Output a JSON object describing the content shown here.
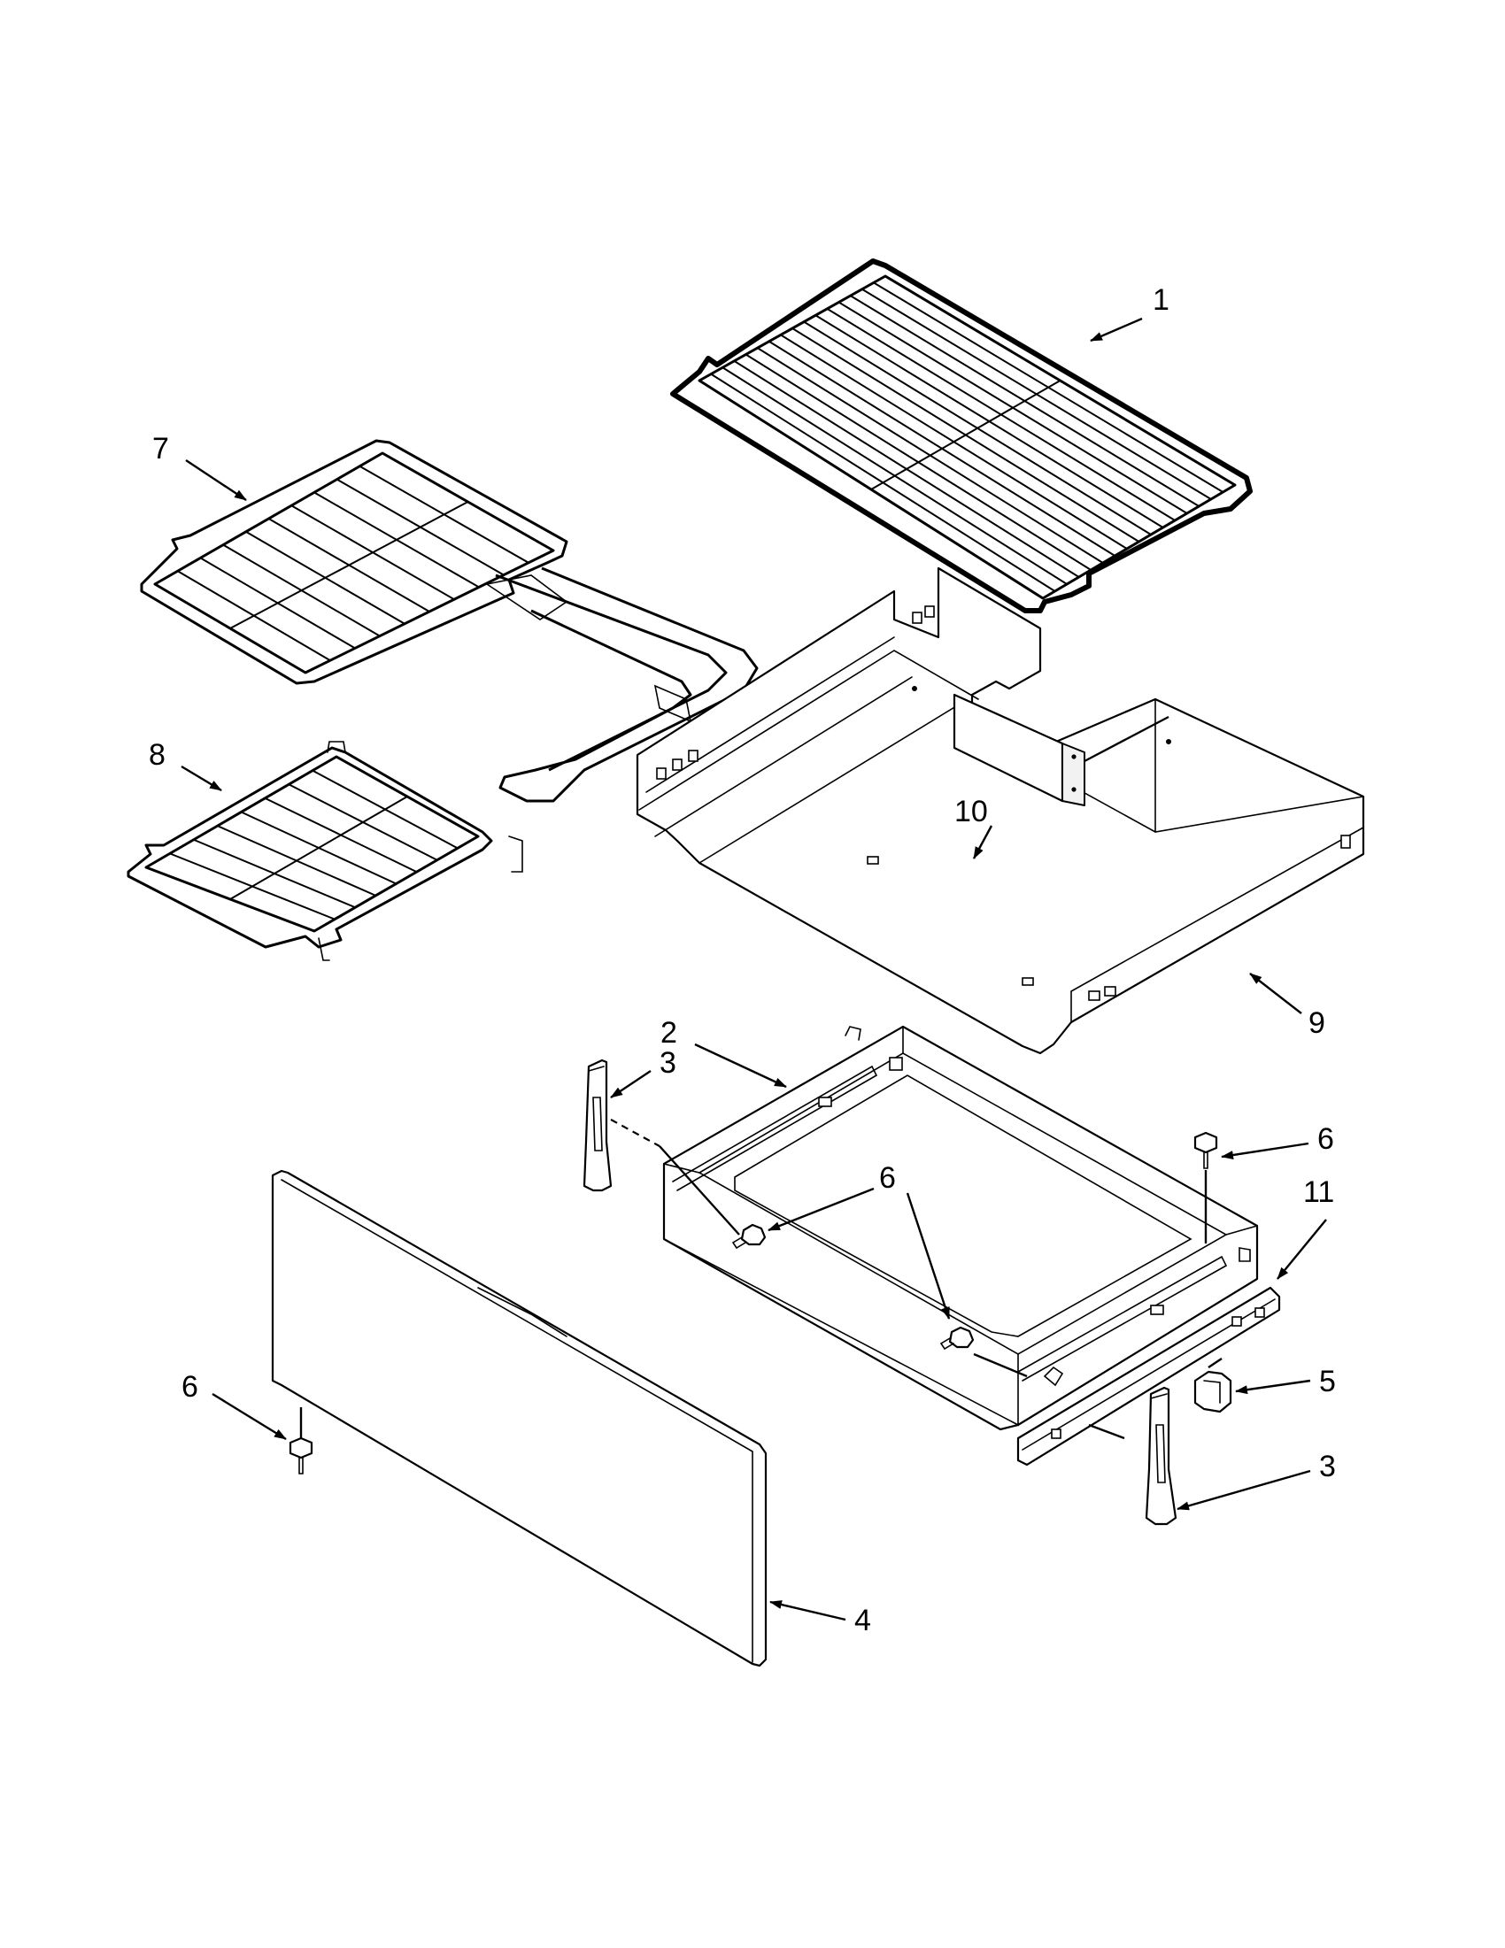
{
  "diagram": {
    "callouts": [
      {
        "id": "c1",
        "label": "1"
      },
      {
        "id": "c2",
        "label": "2"
      },
      {
        "id": "c3a",
        "label": "3"
      },
      {
        "id": "c3b",
        "label": "3"
      },
      {
        "id": "c4",
        "label": "4"
      },
      {
        "id": "c5",
        "label": "5"
      },
      {
        "id": "c6a",
        "label": "6"
      },
      {
        "id": "c6b",
        "label": "6"
      },
      {
        "id": "c6c",
        "label": "6"
      },
      {
        "id": "c7",
        "label": "7"
      },
      {
        "id": "c8",
        "label": "8"
      },
      {
        "id": "c9",
        "label": "9"
      },
      {
        "id": "c10",
        "label": "10"
      },
      {
        "id": "c11",
        "label": "11"
      }
    ]
  },
  "colors": {
    "line": "#000000",
    "background": "#ffffff"
  }
}
